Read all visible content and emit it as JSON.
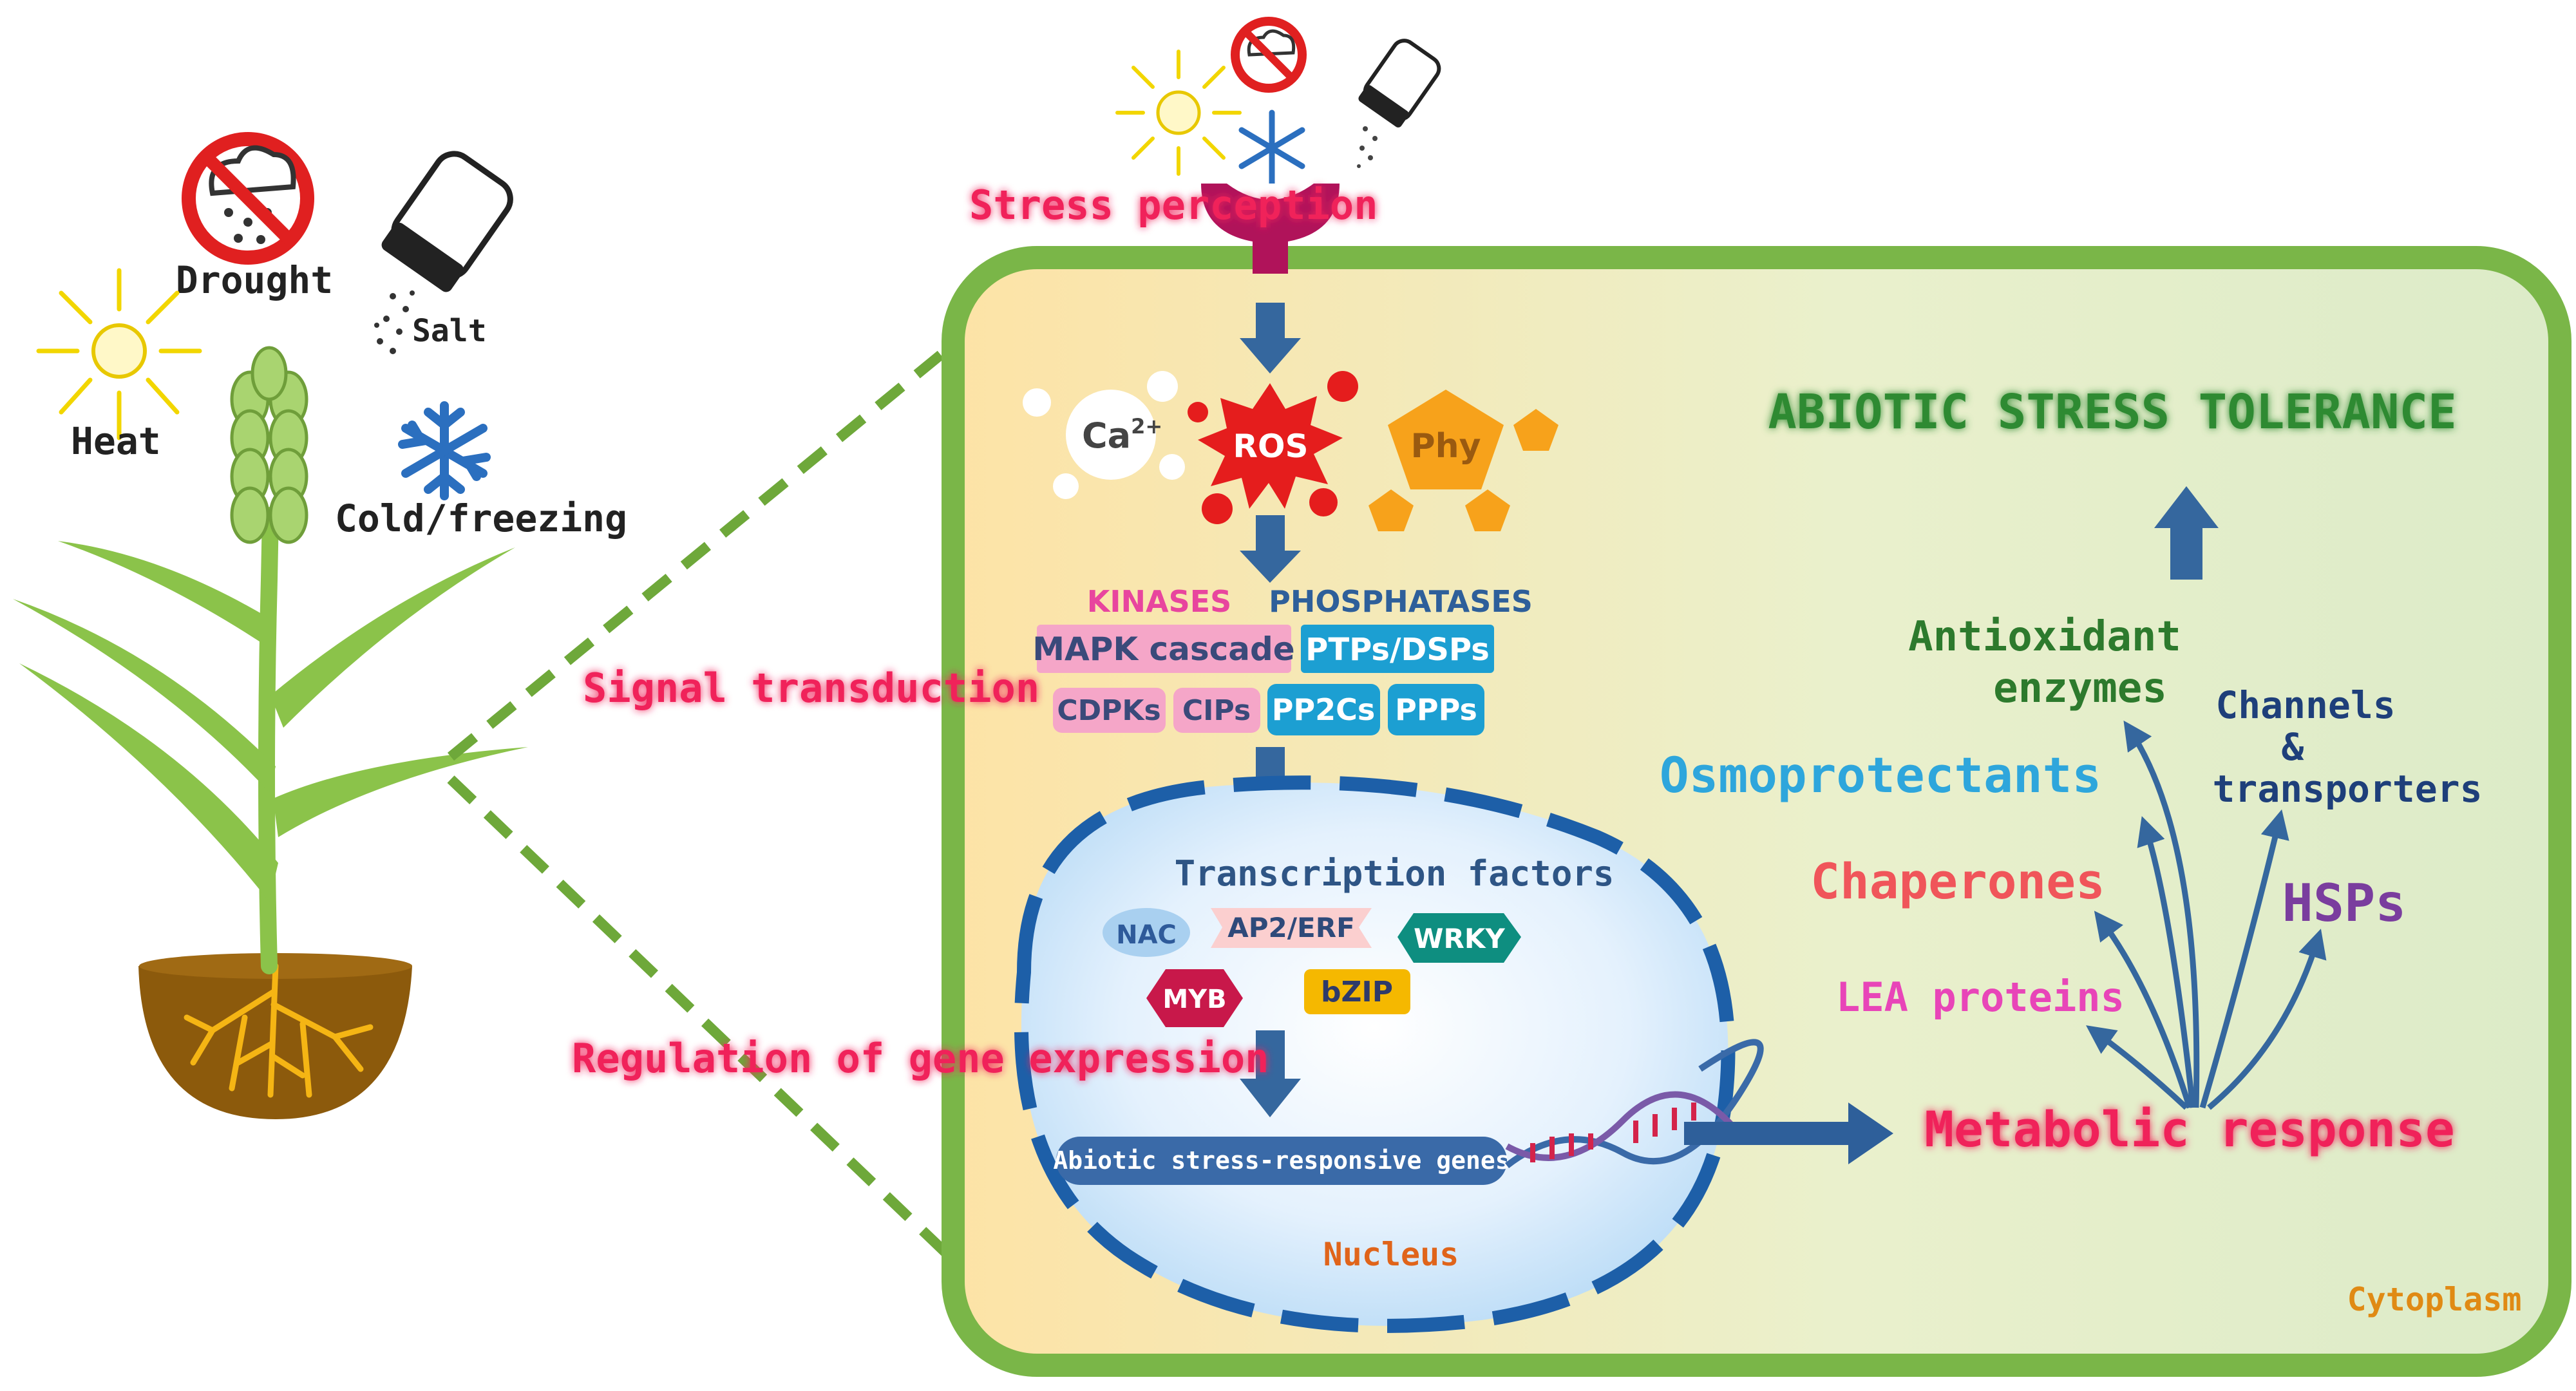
{
  "stresses": {
    "drought": "Drought",
    "salt": "Salt",
    "heat": "Heat",
    "cold": "Cold/freezing"
  },
  "steps": {
    "perception": "Stress perception",
    "transduction": "Signal transduction",
    "regulation": "Regulation of gene expression"
  },
  "signals": {
    "ca": "Ca",
    "ca_sup": "2+",
    "ros": "ROS",
    "phy": "Phy"
  },
  "enzymes": {
    "kinases": "KINASES",
    "phosphatases": "PHOSPHATASES",
    "mapk": "MAPK cascade",
    "ptps": "PTPs/DSPs",
    "cdpks": "CDPKs",
    "cips": "CIPs",
    "pp2cs": "PP2Cs",
    "ppps": "PPPs"
  },
  "nucleus": {
    "tf_title": "Transcription factors",
    "nac": "NAC",
    "ap2": "AP2/ERF",
    "wrky": "WRKY",
    "myb": "MYB",
    "bzip": "bZIP",
    "genes": "Abiotic stress-responsive genes",
    "label": "Nucleus"
  },
  "response": {
    "tolerance": "ABIOTIC STRESS TOLERANCE",
    "antioxidant_1": "Antioxidant",
    "antioxidant_2": "enzymes",
    "channels_1": "Channels",
    "channels_2": "&",
    "channels_3": "transporters",
    "osmo": "Osmoprotectants",
    "chaperones": "Chaperones",
    "hsps": "HSPs",
    "lea": "LEA proteins",
    "metabolic": "Metabolic response",
    "cytoplasm": "Cytoplasm"
  },
  "colors": {
    "cell_wall": "#7ab648",
    "step_label": "#f0245a",
    "arrow_blue": "#35679e",
    "tolerance": "#2d8a30",
    "osmo": "#2ea6dc",
    "chaperones": "#f0555a",
    "hsps": "#7a3d9e",
    "lea": "#e845b8",
    "pink_box": "#f5a6c8",
    "blue_box": "#1c9fd2",
    "nucleus_border": "#1d5fa8"
  },
  "icons": [
    "sun-icon",
    "no-rain-icon",
    "salt-shaker-icon",
    "snowflake-icon",
    "receptor-icon",
    "dna-icon",
    "wheat-plant-icon"
  ]
}
